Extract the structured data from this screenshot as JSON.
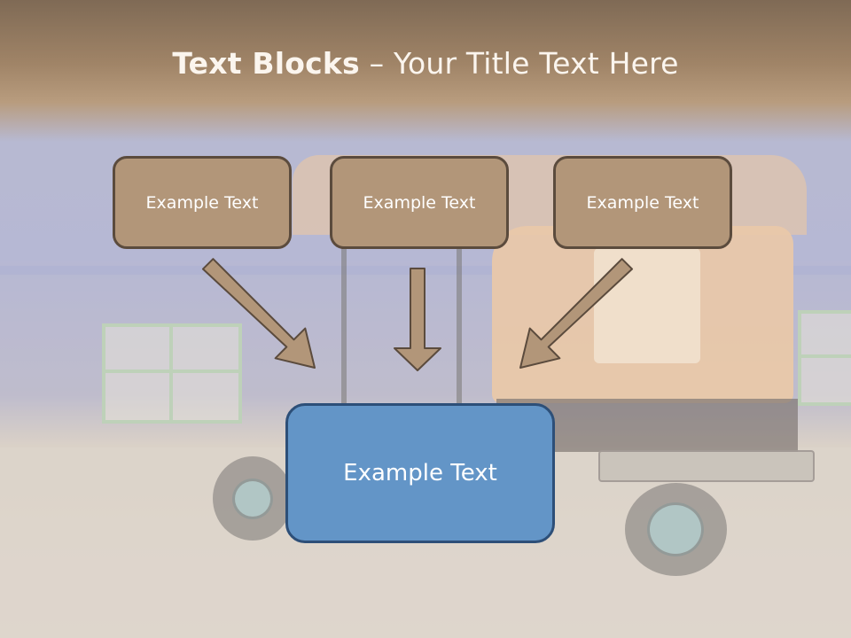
{
  "header": {
    "title_bold": "Text Blocks",
    "title_dash": " – ",
    "title_rest": "Your Title Text Here"
  },
  "diagram": {
    "top_boxes": [
      "Example Text",
      "Example Text",
      "Example Text"
    ],
    "bottom_box": "Example Text"
  },
  "colors": {
    "small_box_fill": "#b29679",
    "small_box_border": "#5b4b3d",
    "big_box_fill": "#6395c7",
    "big_box_border": "#2d4f78",
    "arrow_fill": "#b29679"
  }
}
